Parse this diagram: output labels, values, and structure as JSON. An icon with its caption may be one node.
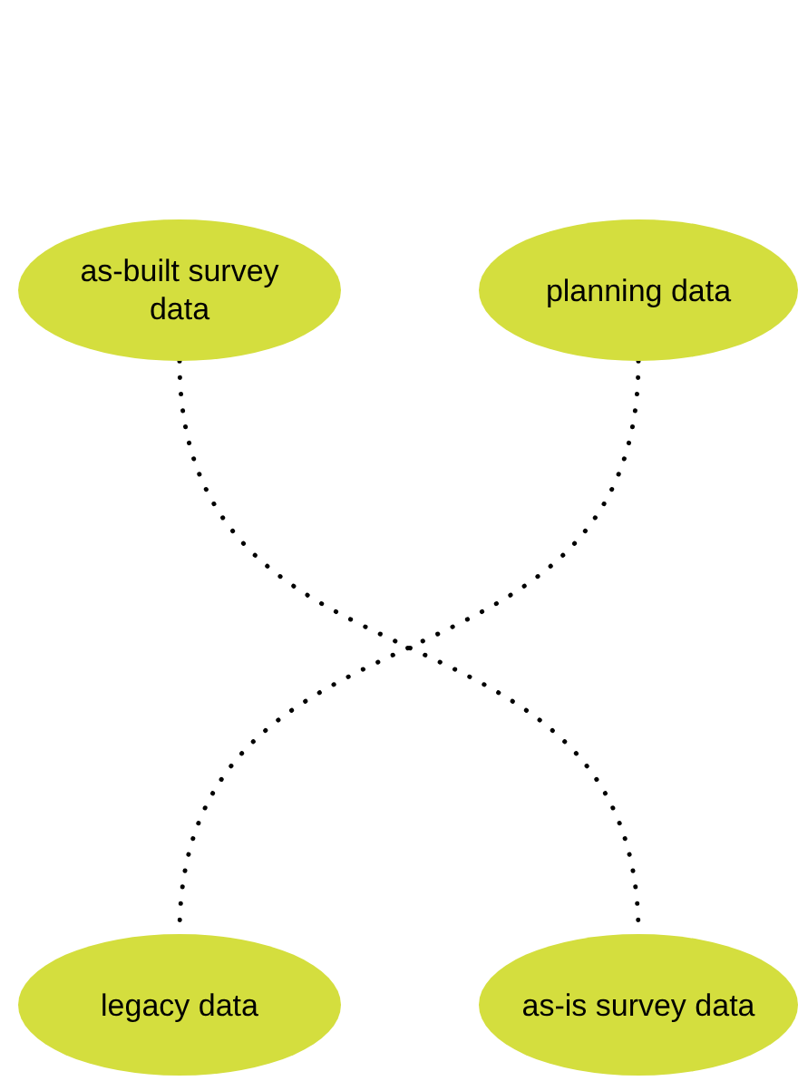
{
  "diagram": {
    "nodes": [
      {
        "text": [
          "as-built survey data"
        ]
      },
      {
        "text": [
          "planning data"
        ]
      },
      {
        "text": [
          "legacy data"
        ]
      },
      {
        "text": [
          "as-is survey data"
        ]
      }
    ],
    "edges": [
      {
        "from": 0,
        "to": 3,
        "arrow": "none"
      },
      {
        "from": 1,
        "to": 2,
        "arrow": "none"
      }
    ]
  }
}
